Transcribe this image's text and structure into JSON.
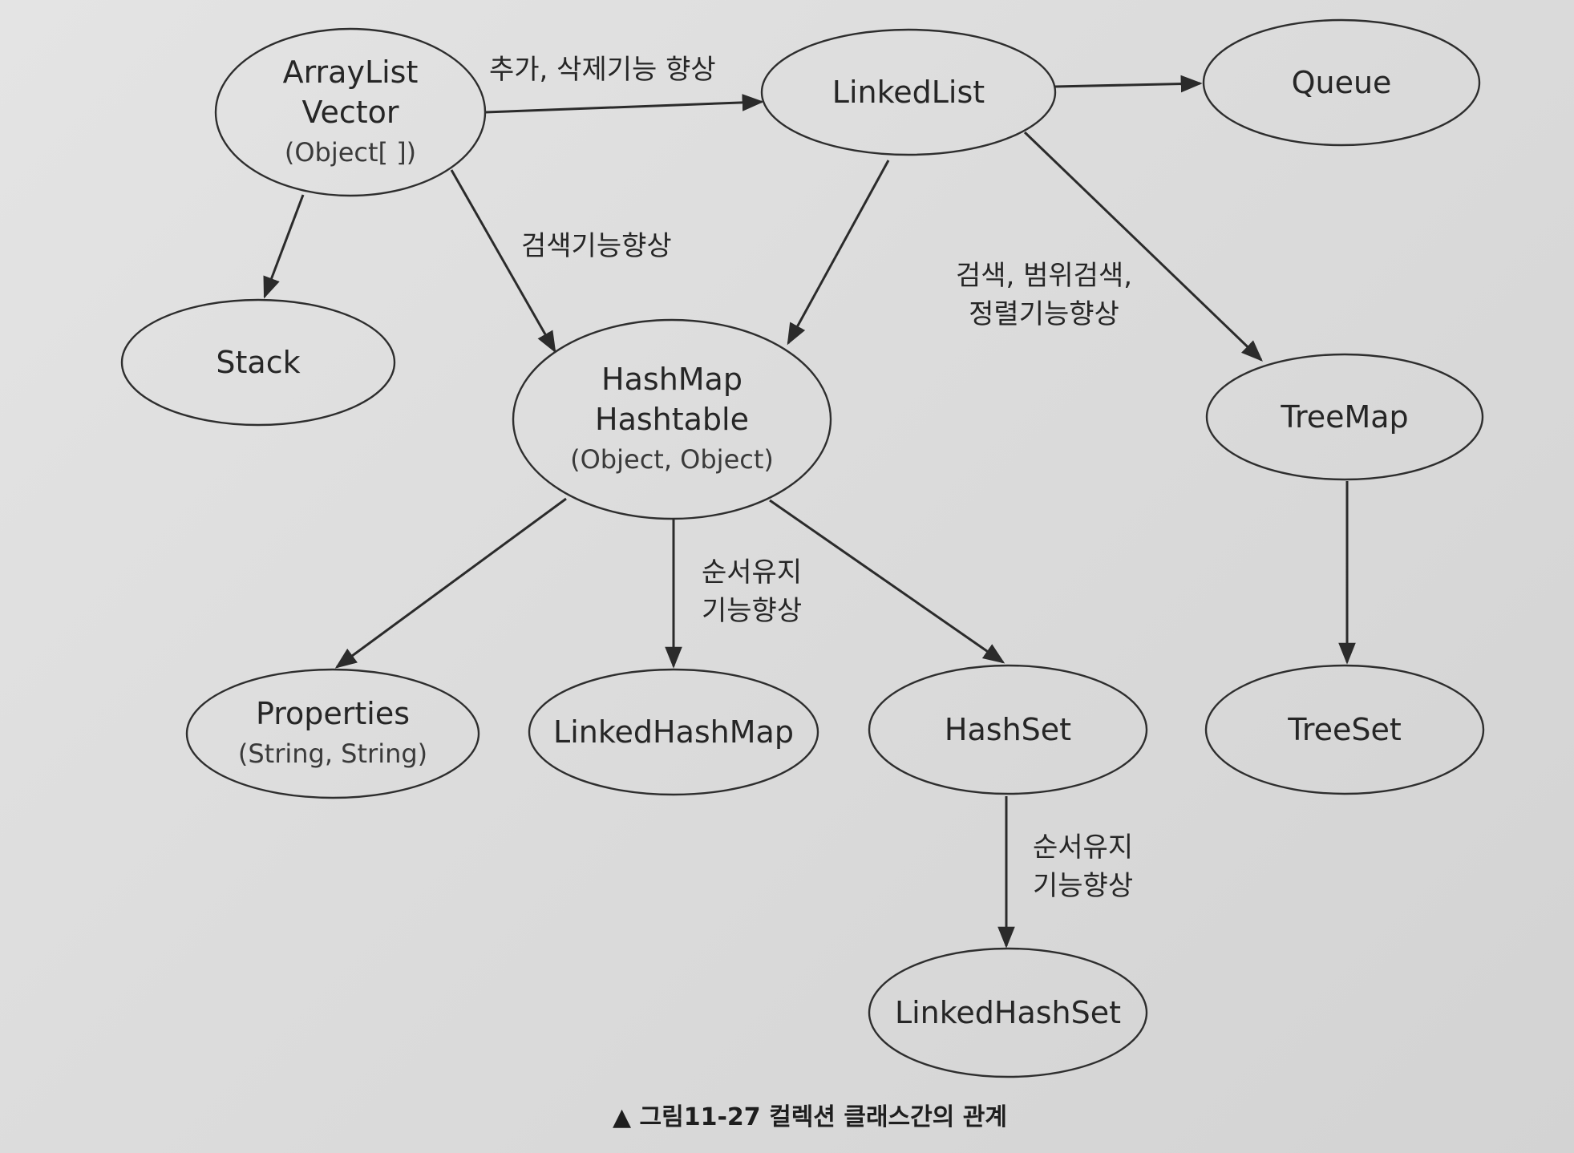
{
  "nodes": [
    {
      "id": "arraylist",
      "lines": [
        "ArrayList",
        "Vector"
      ],
      "sub": "(Object[ ])"
    },
    {
      "id": "linkedlist",
      "lines": [
        "LinkedList"
      ],
      "sub": ""
    },
    {
      "id": "queue",
      "lines": [
        "Queue"
      ],
      "sub": ""
    },
    {
      "id": "stack",
      "lines": [
        "Stack"
      ],
      "sub": ""
    },
    {
      "id": "hashmap",
      "lines": [
        "HashMap",
        "Hashtable"
      ],
      "sub": "(Object, Object)"
    },
    {
      "id": "treemap",
      "lines": [
        "TreeMap"
      ],
      "sub": ""
    },
    {
      "id": "properties",
      "lines": [
        "Properties"
      ],
      "sub": "(String, String)"
    },
    {
      "id": "linkedhashmap",
      "lines": [
        "LinkedHashMap"
      ],
      "sub": ""
    },
    {
      "id": "hashset",
      "lines": [
        "HashSet"
      ],
      "sub": ""
    },
    {
      "id": "treeset",
      "lines": [
        "TreeSet"
      ],
      "sub": ""
    },
    {
      "id": "linkedhashset",
      "lines": [
        "LinkedHashSet"
      ],
      "sub": ""
    }
  ],
  "edges": [
    {
      "from": "arraylist",
      "to": "linkedlist",
      "label": [
        "추가, 삭제기능 향상"
      ]
    },
    {
      "from": "linkedlist",
      "to": "queue",
      "label": []
    },
    {
      "from": "arraylist",
      "to": "stack",
      "label": []
    },
    {
      "from": "arraylist",
      "to": "hashmap",
      "label": [
        "검색기능향상"
      ]
    },
    {
      "from": "linkedlist",
      "to": "hashmap",
      "label": []
    },
    {
      "from": "linkedlist",
      "to": "treemap",
      "label": [
        "검색, 범위검색,",
        "정렬기능향상"
      ]
    },
    {
      "from": "hashmap",
      "to": "properties",
      "label": []
    },
    {
      "from": "hashmap",
      "to": "linkedhashmap",
      "label": [
        "순서유지",
        "기능향상"
      ]
    },
    {
      "from": "hashmap",
      "to": "hashset",
      "label": []
    },
    {
      "from": "treemap",
      "to": "treeset",
      "label": []
    },
    {
      "from": "hashset",
      "to": "linkedhashset",
      "label": [
        "순서유지",
        "기능향상"
      ]
    }
  ],
  "caption": "▲ 그림11-27  컬렉션 클래스간의 관계"
}
